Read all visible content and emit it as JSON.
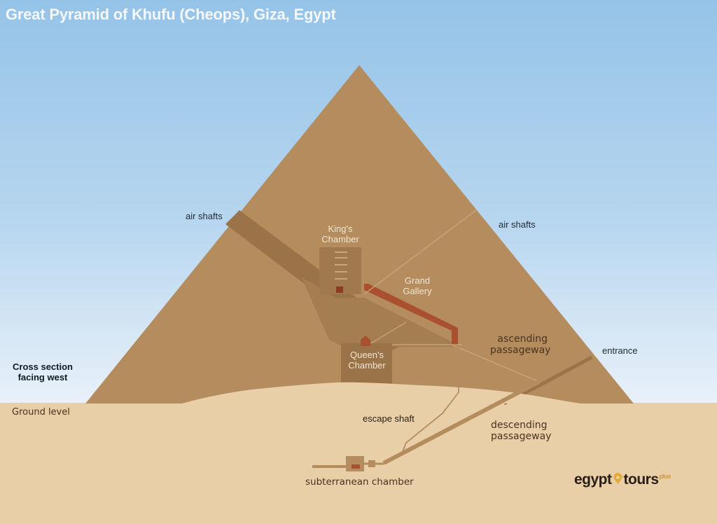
{
  "title": "Great Pyramid of Khufu (Cheops), Giza, Egypt",
  "labels": {
    "air_shafts_left": "air shafts",
    "air_shafts_right": "air shafts",
    "kings_chamber_line1": "King's",
    "kings_chamber_line2": "Chamber",
    "grand_gallery_line1": "Grand",
    "grand_gallery_line2": "Gallery",
    "queens_chamber_line1": "Queen's",
    "queens_chamber_line2": "Chamber",
    "ascending_line1": "ascending",
    "ascending_line2": "passageway",
    "entrance": "entrance",
    "cross_section_line1": "Cross section",
    "cross_section_line2": "facing west",
    "ground_level": "Ground level",
    "escape_shaft": "escape shaft",
    "descending_line1": "descending",
    "descending_line2": "passageway",
    "subterranean": "subterranean chamber"
  },
  "logo": {
    "part1": "egypt",
    "pin_icon": "location-pin-icon",
    "part2": "tours",
    "suffix": "plus"
  },
  "colors": {
    "sky_top": "#95c3e8",
    "sky_bottom": "#e8f0f8",
    "pyramid": "#b48c5e",
    "pyramid_dark": "#9b7349",
    "ground": "#e9cfa8",
    "gallery_red": "#a9502e",
    "title_text": "#f4f8fc"
  }
}
